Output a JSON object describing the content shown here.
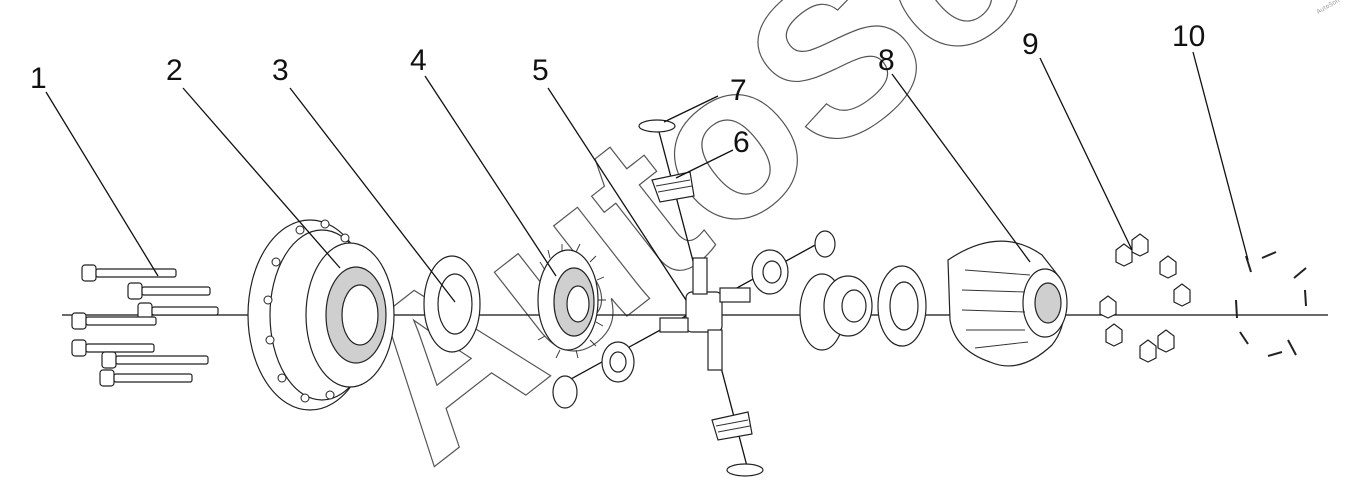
{
  "callouts": [
    "1",
    "2",
    "3",
    "4",
    "5",
    "7",
    "6",
    "8",
    "9",
    "10"
  ],
  "watermark": "AutoSoft",
  "corner_mark": "AutoSoft"
}
